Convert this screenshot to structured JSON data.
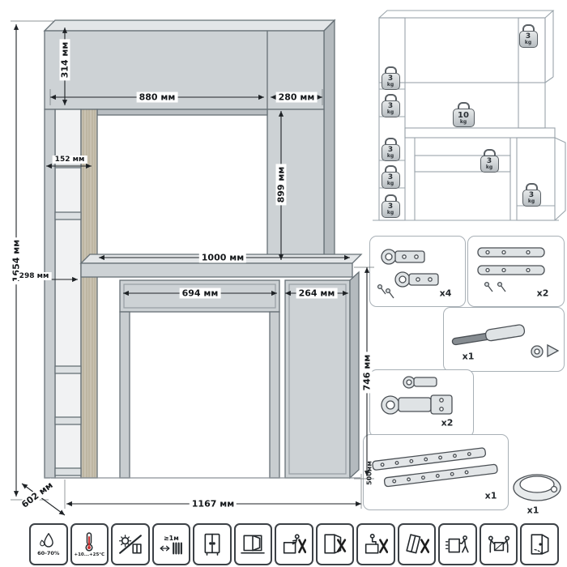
{
  "dimensions": {
    "total_height": "1654 мм",
    "hutch_side": "314 мм",
    "hutch_left_width": "880 мм",
    "hutch_right_width": "280 мм",
    "opening_height": "899 мм",
    "shelf_depth": "152 мм",
    "desktop_width": "1000 мм",
    "left_column_depth": "298 мм",
    "drawer_width": "694 мм",
    "cabinet_width": "264 мм",
    "desk_height": "746 мм",
    "unit_depth": "602 мм",
    "total_width": "1167 мм"
  },
  "load_diagram": {
    "weights": [
      {
        "value": "3",
        "unit": "kg"
      },
      {
        "value": "3",
        "unit": "kg"
      },
      {
        "value": "3",
        "unit": "kg"
      },
      {
        "value": "3",
        "unit": "kg"
      },
      {
        "value": "3",
        "unit": "kg"
      },
      {
        "value": "3",
        "unit": "kg"
      },
      {
        "value": "10",
        "unit": "kg"
      },
      {
        "value": "3",
        "unit": "kg"
      },
      {
        "value": "3",
        "unit": "kg"
      }
    ]
  },
  "hardware": {
    "hinges_a": {
      "qty": "x4"
    },
    "dampers": {
      "qty": "x2"
    },
    "gas_lift": {
      "qty": "x1"
    },
    "hinges_b": {
      "qty": "x2"
    },
    "slides": {
      "qty": "x1",
      "length": "500мм"
    },
    "bowl": {
      "qty": "x1"
    }
  },
  "care": {
    "humidity": "60-70%",
    "temperature": "+10...+25°C",
    "min_distance": "≥1м"
  }
}
